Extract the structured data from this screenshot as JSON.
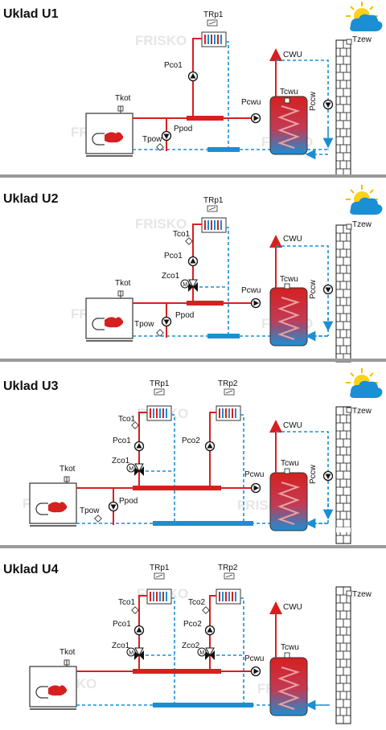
{
  "watermark": "FRISKO",
  "colors": {
    "supply": "#d62020",
    "return": "#1a8fd4",
    "separator": "#9a9a9a"
  },
  "panels": [
    {
      "title": "Uklad U1",
      "labels": {
        "trp1": "TRp1",
        "tzew": "Tzew",
        "cwu": "CWU",
        "pco1": "Pco1",
        "tkot": "Tkot",
        "pcwu": "Pcwu",
        "tcwu": "Tcwu",
        "pccw": "Pccw",
        "ppod": "Ppod",
        "tpow": "Tpow"
      }
    },
    {
      "title": "Uklad U2",
      "labels": {
        "trp1": "TRp1",
        "tzew": "Tzew",
        "cwu": "CWU",
        "tco1": "Tco1",
        "pco1": "Pco1",
        "zco1": "Zco1",
        "tkot": "Tkot",
        "pcwu": "Pcwu",
        "tcwu": "Tcwu",
        "pccw": "Pccw",
        "ppod": "Ppod",
        "tpow": "Tpow"
      }
    },
    {
      "title": "Uklad U3",
      "labels": {
        "trp1": "TRp1",
        "trp2": "TRp2",
        "tzew": "Tzew",
        "cwu": "CWU",
        "tco1": "Tco1",
        "pco1": "Pco1",
        "pco2": "Pco2",
        "zco1": "Zco1",
        "tkot": "Tkot",
        "pcwu": "Pcwu",
        "tcwu": "Tcwu",
        "pccw": "Pccw",
        "ppod": "Ppod",
        "tpow": "Tpow"
      }
    },
    {
      "title": "Uklad U4",
      "labels": {
        "trp1": "TRp1",
        "trp2": "TRp2",
        "tzew": "Tzew",
        "cwu": "CWU",
        "tco1": "Tco1",
        "tco2": "Tco2",
        "pco1": "Pco1",
        "pco2": "Pco2",
        "zco1": "Zco1",
        "zco2": "Zco2",
        "tkot": "Tkot",
        "pcwu": "Pcwu",
        "tcwu": "Tcwu"
      }
    }
  ]
}
